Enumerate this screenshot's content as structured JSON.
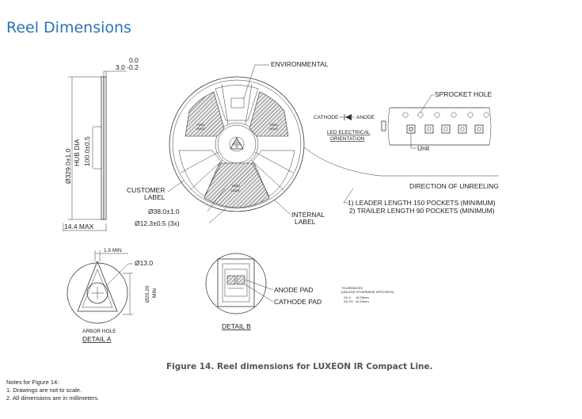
{
  "title": "Reel Dimensions",
  "caption": "Figure 14. Reel dimensions for LUXEON IR Compact Line.",
  "notes": {
    "heading": "Notes for Figure 14:",
    "items": [
      "1.  Drawings are not to scale.",
      "2.  All dimensions are in millimeters."
    ]
  },
  "side_view": {
    "tol_top": "0.0",
    "tol_main": "3.0 -0.2",
    "reel_dia": "Ø329.0±1.0",
    "hub_dia_label": "HUB DIA",
    "hub_dia_value": "100.0±0.5",
    "width": "14.4 MAX"
  },
  "reel": {
    "environmental": "ENVIRONMENTAL",
    "thru_hole": [
      "THRU",
      "HOLE"
    ],
    "customer_label": [
      "CUSTOMER",
      "LABEL"
    ],
    "internal_label": [
      "INTERNAL",
      "LABEL"
    ],
    "dia_38": "Ø38.0±1.0",
    "dia_12": "Ø12.3±0.5 (3x)"
  },
  "tape": {
    "sprocket_hole": "SPROCKET HOLE",
    "cathode": "CATHODE",
    "anode": "ANODE",
    "led_orientation": [
      "LED ELECTRICAL",
      "ORIENTATION"
    ],
    "unit": "Unit",
    "direction": "DIRECTION OF UNREELING",
    "leader": "1) LEADER LENGTH 150 POCKETS (MINIMUM)",
    "trailer": "2) TRAILER LENGTH 90 POCKETS (MINIMUM)"
  },
  "detail_a": {
    "min": "1.5 MIN",
    "dia_13": "Ø13.0",
    "dia_20": "Ø20.20",
    "dia_20_min": "MIN",
    "arbor": "ARBOR HOLE",
    "name": "DETAIL A"
  },
  "detail_b": {
    "anode_pad": "ANODE PAD",
    "cathode_pad": "CATHODE PAD",
    "name": "DETAIL B",
    "tol_title": "TOLERANCES",
    "tol_sub": "(UNLESS OTHERWISE SPECIFIED)",
    "tol_1a": "XX.X",
    "tol_1b": "±0.25mm",
    "tol_2a": "XX.XX",
    "tol_2b": "±0.10mm"
  }
}
